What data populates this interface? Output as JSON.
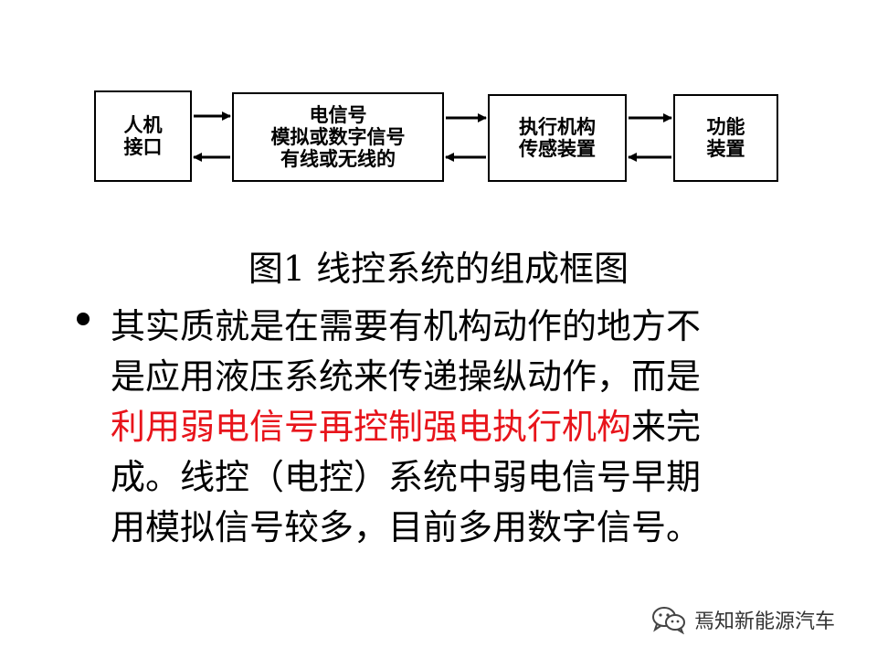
{
  "diagram": {
    "boxes": {
      "hmi": {
        "lines": [
          "人机",
          "接口"
        ]
      },
      "signal": {
        "lines": [
          "电信号",
          "模拟或数字信号",
          "有线或无线的"
        ]
      },
      "actuator": {
        "lines": [
          "执行机构",
          "传感装置"
        ]
      },
      "device": {
        "lines": [
          "功能",
          "装置"
        ]
      }
    },
    "caption": "图1  线控系统的组成框图"
  },
  "bullet": {
    "lines": [
      {
        "text": "其实质就是在需要有机构动作的地方不"
      },
      {
        "text": "是应用液压系统来传递操纵动作，而是"
      },
      {
        "highlight": "利用弱电信号再控制强电执行机构",
        "rest": "来完"
      },
      {
        "text": "成。线控（电控）系统中弱电信号早期"
      },
      {
        "text": "用模拟信号较多，目前多用数字信号。"
      }
    ]
  },
  "colors": {
    "highlight": "#e8141b"
  },
  "watermark": {
    "icon": "wechat-icon",
    "text": "焉知新能源汽车"
  }
}
